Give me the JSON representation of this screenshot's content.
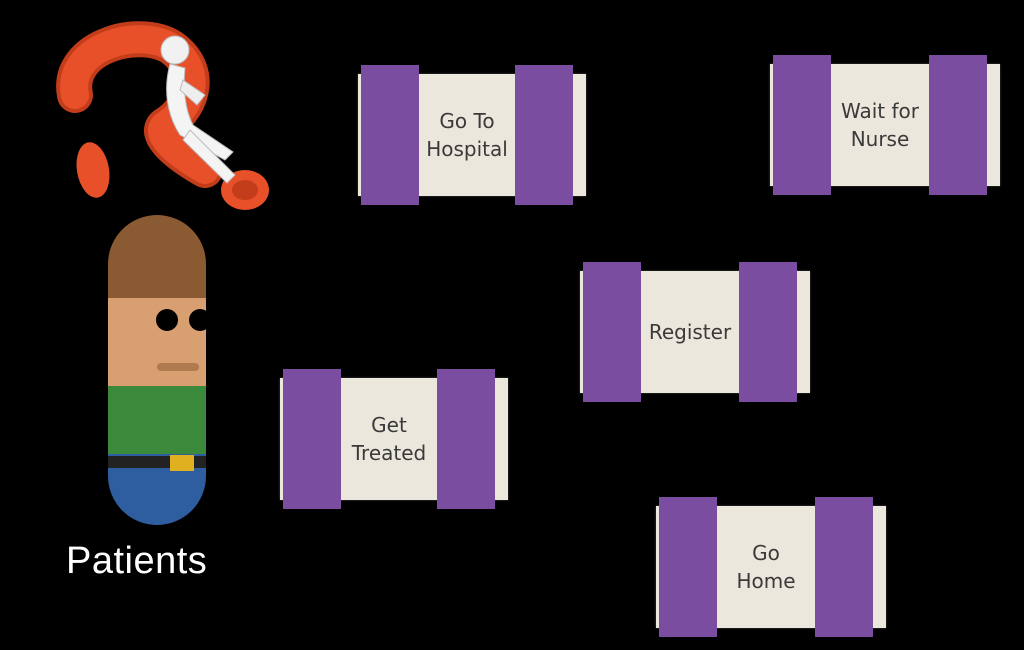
{
  "title": "Patients",
  "steps": [
    {
      "label": "Go To\nHospital"
    },
    {
      "label": "Wait for\nNurse"
    },
    {
      "label": "Register"
    },
    {
      "label": "Get\nTreated"
    },
    {
      "label": "Go\nHome"
    }
  ],
  "colors": {
    "background": "#000000",
    "card": "#ece7dd",
    "post": "#7b4da0",
    "question_mark": "#e8502a",
    "label_text": "#3a3a3a"
  },
  "icons": [
    "question-mark-person-icon",
    "patient-character-icon"
  ]
}
